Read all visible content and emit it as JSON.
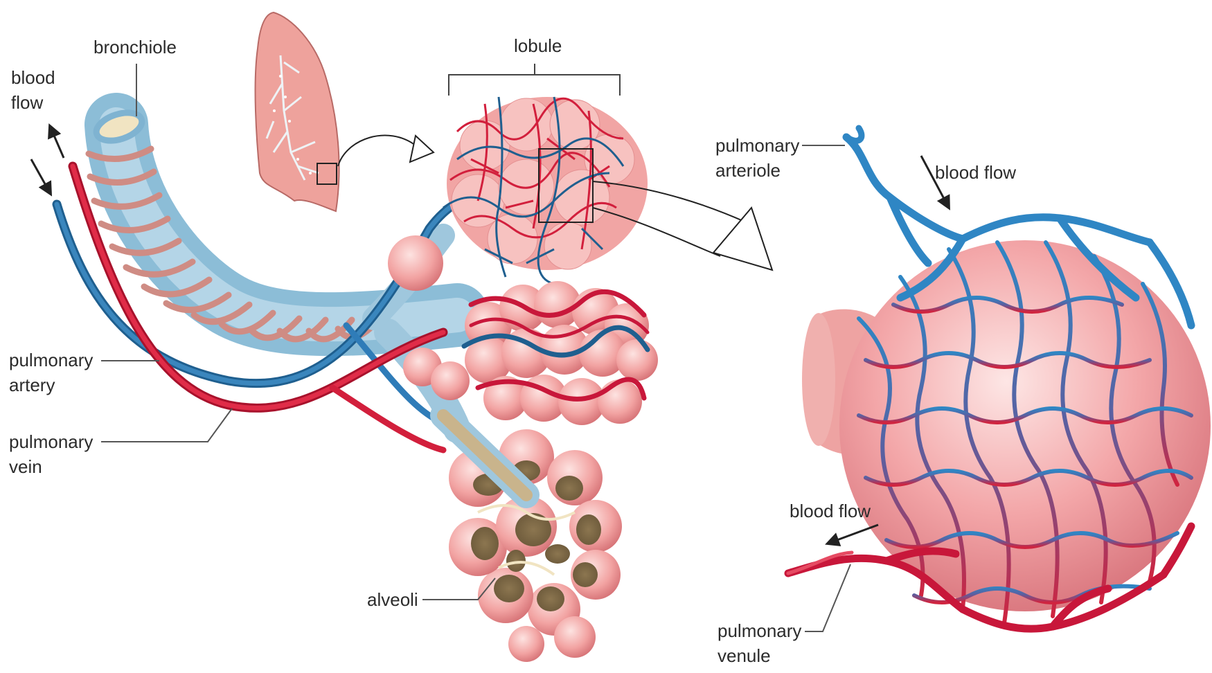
{
  "labels": {
    "blood_flow_left": [
      "blood",
      "flow"
    ],
    "bronchiole": "bronchiole",
    "lobule": "lobule",
    "pulmonary_artery": [
      "pulmonary",
      "artery"
    ],
    "pulmonary_vein": [
      "pulmonary",
      "vein"
    ],
    "alveoli": "alveoli",
    "pulmonary_arteriole": [
      "pulmonary",
      "arteriole"
    ],
    "blood_flow_top_right": "blood flow",
    "blood_flow_bottom_right": "blood flow",
    "pulmonary_venule": [
      "pulmonary",
      "venule"
    ]
  },
  "colors": {
    "oxygen_poor_vessel": "#2f7cb8",
    "oxygen_rich_vessel": "#d21f3c",
    "tissue_pink": "#f2a9a7",
    "bronchiole_blue": "#9fc7dd",
    "bronchiole_ring": "#d08a80",
    "alveolus_interior": "#c9b48c",
    "leader_line": "#555555"
  }
}
